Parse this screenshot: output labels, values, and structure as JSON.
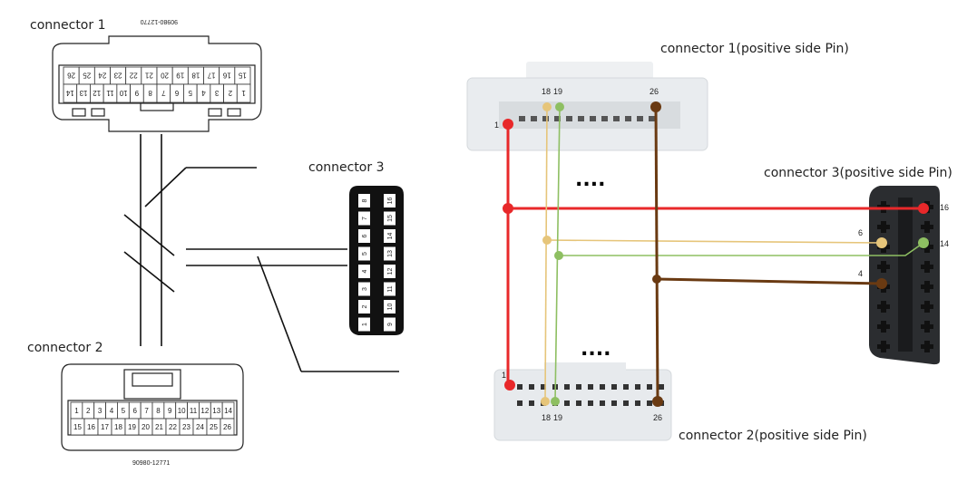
{
  "left": {
    "connector1_label": "connector 1",
    "connector1_part": "90980-12770",
    "connector2_label": "connector 2",
    "connector2_part": "90980-12771",
    "connector3_label": "connector 3",
    "conn1_top_pins": [
      "26",
      "25",
      "24",
      "23",
      "22",
      "21",
      "20",
      "19",
      "18",
      "17",
      "16",
      "15"
    ],
    "conn1_bottom_pins": [
      "14",
      "13",
      "12",
      "11",
      "10",
      "9",
      "8",
      "7",
      "6",
      "5",
      "4",
      "3",
      "2",
      "1"
    ],
    "conn2_top_pins": [
      "1",
      "2",
      "3",
      "4",
      "5",
      "6",
      "7",
      "8",
      "9",
      "10",
      "11",
      "12",
      "13",
      "14"
    ],
    "conn2_bottom_pins": [
      "15",
      "16",
      "17",
      "18",
      "19",
      "20",
      "21",
      "22",
      "23",
      "24",
      "25",
      "26"
    ],
    "obd_left_pins": [
      "8",
      "7",
      "6",
      "5",
      "4",
      "3",
      "2",
      "1"
    ],
    "obd_right_pins": [
      "16",
      "15",
      "14",
      "13",
      "12",
      "11",
      "10",
      "9"
    ]
  },
  "right": {
    "connector1_label": "connector 1(positive side Pin)",
    "connector2_label": "connector 2(positive side Pin)",
    "connector3_label": "connector 3(positive side Pin)",
    "ellipsis": "....",
    "c1_pins": {
      "p1": "1",
      "p18": "18",
      "p19": "19",
      "p26": "26"
    },
    "c2_pins": {
      "p1": "1",
      "p18": "18",
      "p19": "19",
      "p26": "26"
    },
    "c3_pins": {
      "p16": "16",
      "p6": "6",
      "p14": "14",
      "p4": "4"
    }
  },
  "colors": {
    "red": "#e8282a",
    "yellow": "#e6c57a",
    "green": "#8ebf62",
    "brown": "#6a3a12"
  }
}
